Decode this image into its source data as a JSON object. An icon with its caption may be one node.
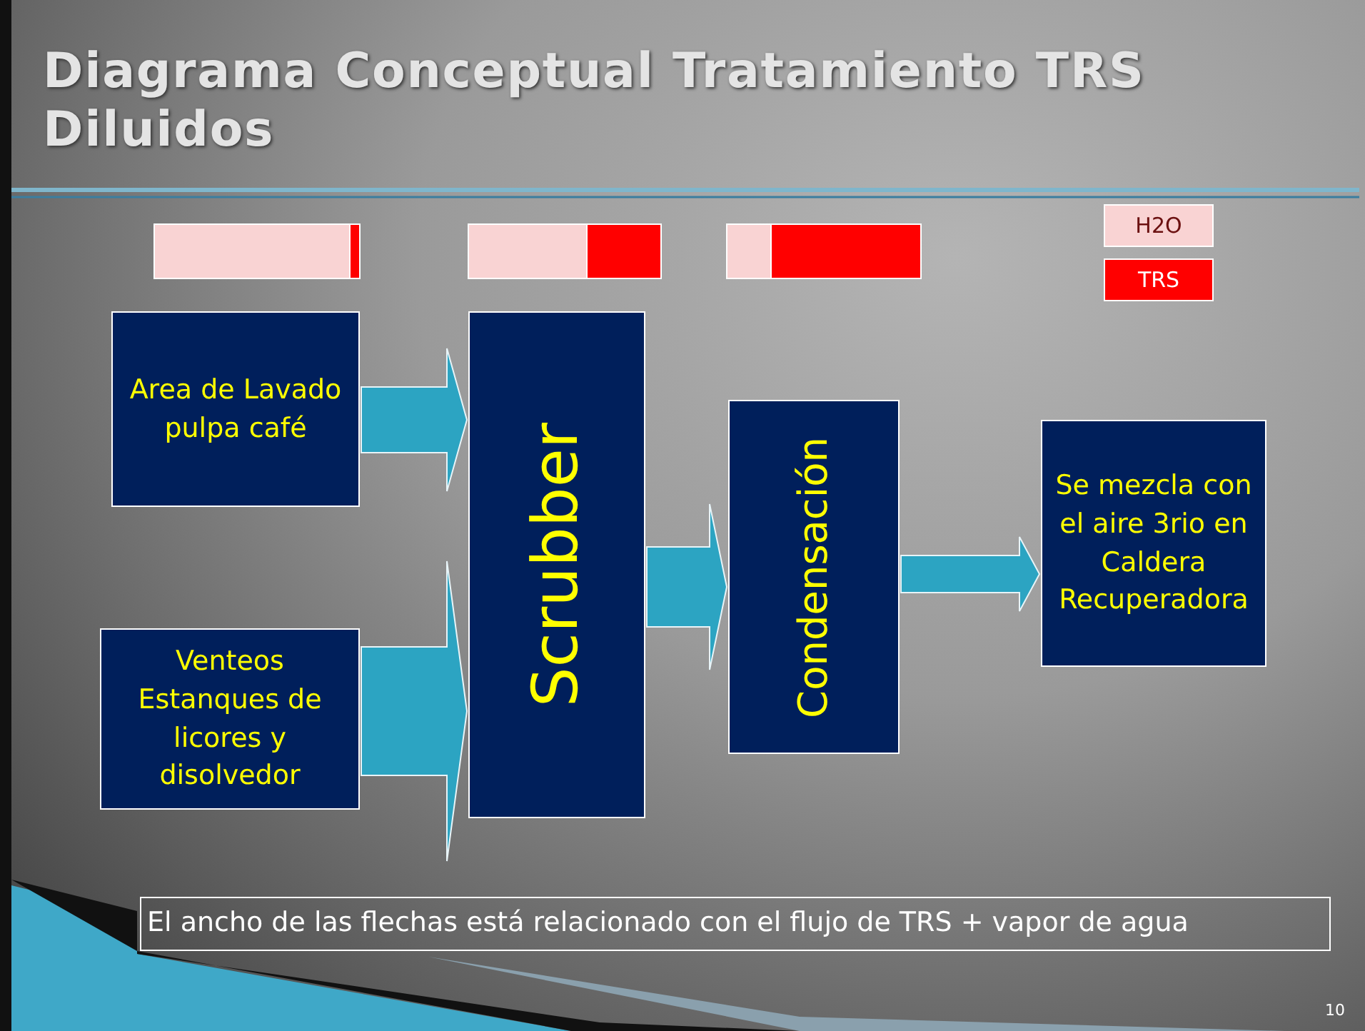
{
  "diagram": {
    "title": "Diagrama Conceptual Tratamiento TRS Diluidos",
    "nodes": [
      {
        "text": [
          "Area de Lavado  pulpa café"
        ]
      },
      {
        "text": [
          "Venteos Estanques de licores y disolvedor"
        ]
      },
      {
        "text": [
          "Scrubber"
        ]
      },
      {
        "text": [
          "Condensación"
        ]
      },
      {
        "text": [
          "Se mezcla con el aire 3rio en Caldera Recuperadora"
        ]
      },
      {
        "text": [
          "El ancho de las flechas está relacionado con el flujo de TRS + vapor de agua"
        ]
      }
    ],
    "edges": [
      {
        "from": 0,
        "to": 2,
        "arrow": "to"
      },
      {
        "from": 1,
        "to": 2,
        "arrow": "to"
      },
      {
        "from": 2,
        "to": 3,
        "arrow": "to"
      },
      {
        "from": 3,
        "to": 4,
        "arrow": "to"
      }
    ],
    "labels": [
      "10"
    ],
    "legend": [
      {
        "text": "H2O",
        "color": "#f9d3d3"
      },
      {
        "text": "TRS",
        "color": "#ff0000"
      }
    ]
  }
}
